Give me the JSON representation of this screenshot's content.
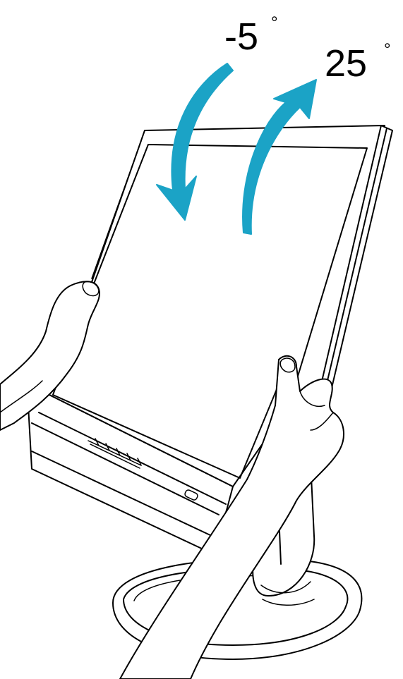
{
  "tilt": {
    "backward_label": "-5",
    "forward_label": "25",
    "degree_symbol": "°"
  },
  "colors": {
    "arrow": "#1ba3c6",
    "outline": "#000000",
    "background": "#ffffff"
  },
  "icons": {
    "tilt_back_arrow": "curved-arrow-down",
    "tilt_forward_arrow": "curved-arrow-up"
  }
}
